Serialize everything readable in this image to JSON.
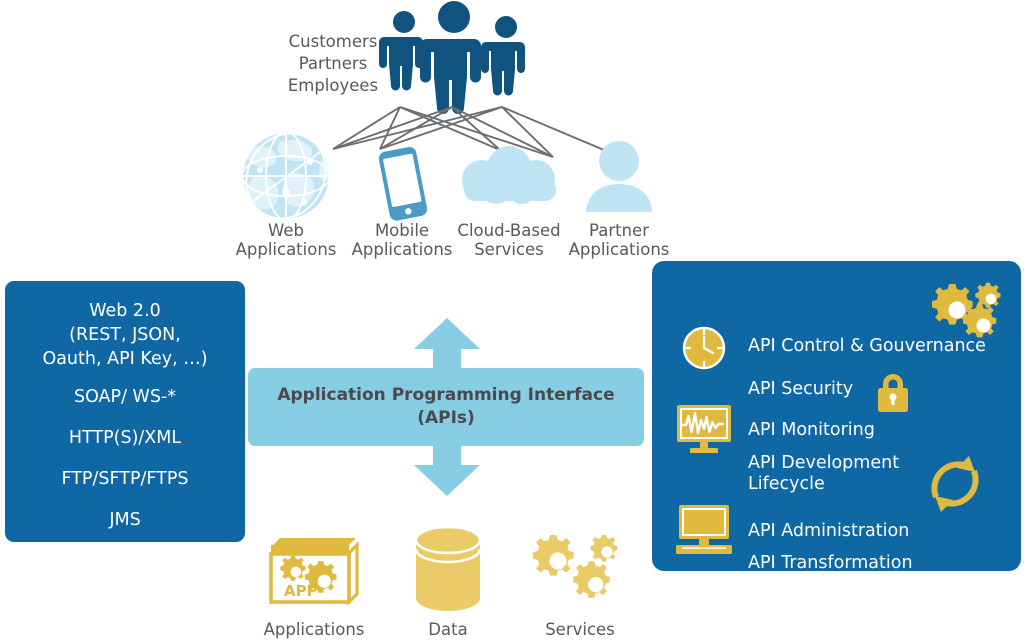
{
  "colors": {
    "dark_blue": "#10537f",
    "panel_blue": "#0f67a4",
    "light_blue": "#87cee5",
    "pale_blue": "#bfe4f4",
    "gold": "#e0b93f",
    "gold_light": "#eacb68",
    "gray_text": "#58595b",
    "line_gray": "#6d6e70",
    "white": "#ffffff"
  },
  "actors": {
    "lines": [
      "Customers",
      "Partners",
      "Employees"
    ],
    "icon": "people-group-icon"
  },
  "channels": [
    {
      "icon": "globe-icon",
      "label_line1": "Web",
      "label_line2": "Applications"
    },
    {
      "icon": "mobile-phone-icon",
      "label_line1": "Mobile",
      "label_line2": "Applications"
    },
    {
      "icon": "cloud-icon",
      "label_line1": "Cloud-Based",
      "label_line2": "Services"
    },
    {
      "icon": "person-icon",
      "label_line1": "Partner",
      "label_line2": "Applications"
    }
  ],
  "protocols": {
    "items": [
      {
        "lines": [
          "Web 2.0",
          "(REST, JSON,",
          "Oauth, API Key, …)"
        ]
      },
      {
        "lines": [
          "SOAP/ WS-*"
        ]
      },
      {
        "lines": [
          "HTTP(S)/XML"
        ]
      },
      {
        "lines": [
          "FTP/SFTP/FTPS"
        ]
      },
      {
        "lines": [
          "JMS"
        ]
      }
    ]
  },
  "api_band": {
    "line1": "Application Programming Interface",
    "line2": "(APIs)",
    "arrow_up": "arrow-up-icon",
    "arrow_down": "arrow-down-icon"
  },
  "capabilities": [
    {
      "label": "API Transformation",
      "icon": "gears-icon",
      "icon_side": "right"
    },
    {
      "label": "API Control & Gouvernance",
      "icon": "clock-icon",
      "icon_side": "left"
    },
    {
      "label": "API Security",
      "icon": "padlock-icon",
      "icon_side": "right"
    },
    {
      "label": "API Monitoring",
      "icon": "monitor-graph-icon",
      "icon_side": "left"
    },
    {
      "label": "API Development Lifecycle",
      "icon": "cycle-arrows-icon",
      "icon_side": "right",
      "label_line1": "API Development",
      "label_line2": "Lifecycle"
    },
    {
      "label": "API Administration",
      "icon": "desktop-icon",
      "icon_side": "left"
    }
  ],
  "assets": [
    {
      "icon": "app-window-icon",
      "label": "Applications",
      "badge": "APP"
    },
    {
      "icon": "database-icon",
      "label": "Data"
    },
    {
      "icon": "gears-icon",
      "label": "Services"
    }
  ]
}
